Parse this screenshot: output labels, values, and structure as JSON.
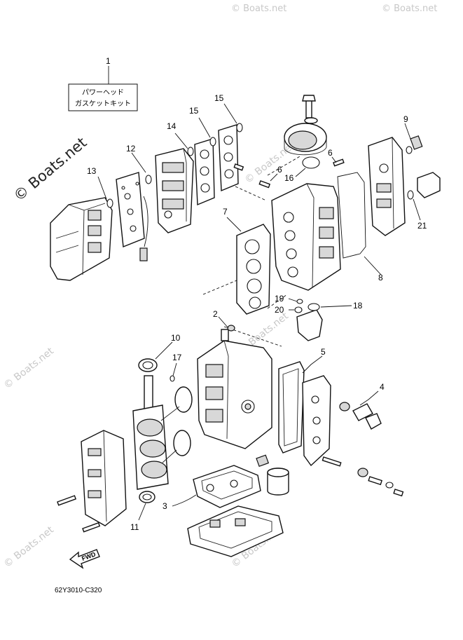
{
  "kit_label": {
    "line1": "パワーヘッド",
    "line2": "ガスケットキット"
  },
  "callouts": [
    {
      "id": "c1",
      "text": "1"
    },
    {
      "id": "c2",
      "text": "2"
    },
    {
      "id": "c3",
      "text": "3"
    },
    {
      "id": "c4",
      "text": "4"
    },
    {
      "id": "c5",
      "text": "5"
    },
    {
      "id": "c6a",
      "text": "6"
    },
    {
      "id": "c6b",
      "text": "6"
    },
    {
      "id": "c7",
      "text": "7"
    },
    {
      "id": "c8",
      "text": "8"
    },
    {
      "id": "c9",
      "text": "9"
    },
    {
      "id": "c10",
      "text": "10"
    },
    {
      "id": "c11",
      "text": "11"
    },
    {
      "id": "c12",
      "text": "12"
    },
    {
      "id": "c13",
      "text": "13"
    },
    {
      "id": "c14",
      "text": "14"
    },
    {
      "id": "c15a",
      "text": "15"
    },
    {
      "id": "c15b",
      "text": "15"
    },
    {
      "id": "c16",
      "text": "16"
    },
    {
      "id": "c17",
      "text": "17"
    },
    {
      "id": "c18",
      "text": "18"
    },
    {
      "id": "c19",
      "text": "19"
    },
    {
      "id": "c20",
      "text": "20"
    },
    {
      "id": "c21",
      "text": "21"
    }
  ],
  "fwd_label": "FWD",
  "diagram_code": "62Y3010-C320",
  "watermark": {
    "brand": "© Boats.net"
  }
}
